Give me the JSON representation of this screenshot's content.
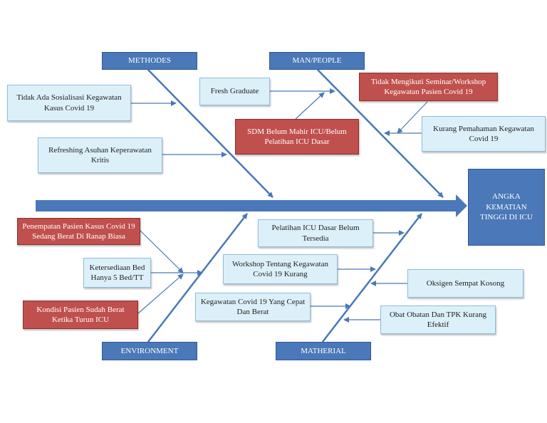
{
  "head": "ANGKA KEMATIAN TINGGI DI ICU",
  "categories": {
    "methodes": "METHODES",
    "man_people": "MAN/PEOPLE",
    "environment": "ENVIRONMENT",
    "matherial": "MATHERIAL"
  },
  "causes": {
    "methodes": [
      "Tidak Ada Sosialisasi Kegawatan Kasus Covid 19",
      "Refreshing Asuhan Keperawatan Kritis"
    ],
    "man_people": [
      "Fresh Graduate",
      "SDM Belum Mahir ICU/Belum Pelatihan ICU Dasar",
      "Tidak Mengikuti Seminar/Workshop Kegawatan Pasien Covid 19",
      "Kurang Pemahaman Kegawatan Covid 19"
    ],
    "environment": [
      "Penempatan Pasien Kasus Covid 19 Sedang Berat Di Ranap Biasa",
      "Ketersediaan Bed Hanya 5 Bed/TT",
      "Kondisi Pasien Sudah Berat Ketika Turun ICU"
    ],
    "matherial": [
      "Pelatihan ICU Dasar Belum Tersedia",
      "Workshop Tentang Kegawatan Covid 19 Kurang",
      "Kegawatan Covid 19 Yang Cepat Dan Berat",
      "Oksigen Sempat Kosong",
      "Obat Obatan Dan TPK Kurang Efektif"
    ]
  },
  "colors": {
    "category_fill": "#4a78b8",
    "arrow": "#4a78b8",
    "cause_fill": "#dcf0fa",
    "highlight_fill": "#c0504d"
  }
}
